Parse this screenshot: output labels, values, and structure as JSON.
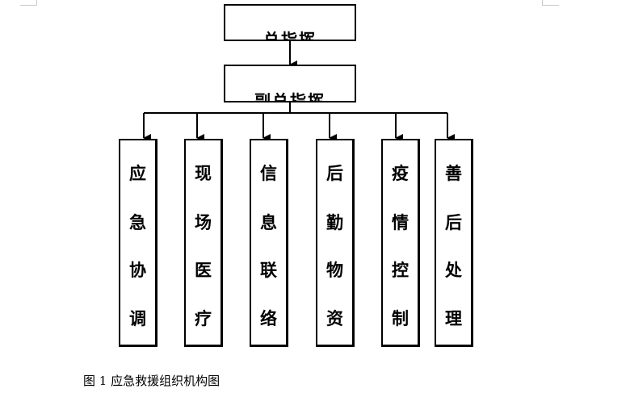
{
  "diagram": {
    "top_node": "总指挥",
    "sub_node": "副总指挥",
    "departments": [
      {
        "label": [
          "应",
          "急",
          "协",
          "调"
        ]
      },
      {
        "label": [
          "现",
          "场",
          "医",
          "疗"
        ]
      },
      {
        "label": [
          "信",
          "息",
          "联",
          "络"
        ]
      },
      {
        "label": [
          "后",
          "勤",
          "物",
          "资"
        ]
      },
      {
        "label": [
          "疫",
          "情",
          "控",
          "制"
        ]
      },
      {
        "label": [
          "善",
          "后",
          "处",
          "理"
        ]
      }
    ]
  },
  "caption": "图 1 应急救援组织机构图"
}
